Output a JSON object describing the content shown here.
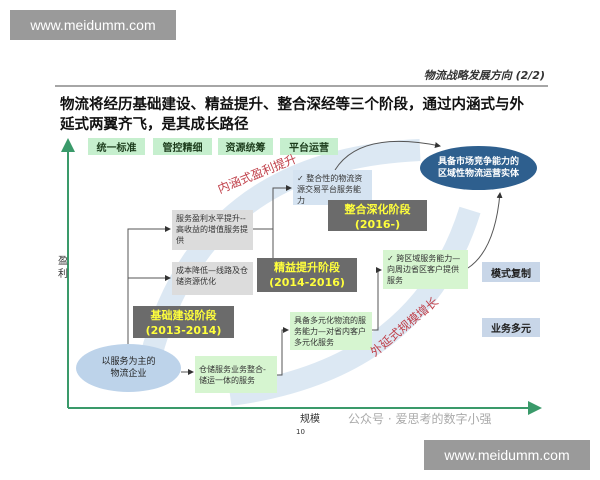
{
  "watermark": {
    "text": "www.meidumm.com"
  },
  "header": {
    "section_title": "物流战略发展方向 (2/2)"
  },
  "title": {
    "line1": "物流将经历基础建设、精益提升、整合深经等三个阶段，通过内涵式与外",
    "line2": "延式两翼齐飞，是其成长路径"
  },
  "tags": [
    "统一标准",
    "管控精细",
    "资源统筹",
    "平台运营"
  ],
  "axes": {
    "y": "盈利",
    "x": "规模"
  },
  "start": "以服务为主的物流企业",
  "goal": "具备市场竞争能力的区域性物流运营实体",
  "gray_boxes": [
    "服务盈利水平提升--高收益的增值服务提供",
    "成本降低—线路及仓储资源优化"
  ],
  "green_boxes": [
    "仓储服务业务整合-储运一体的服务",
    "具备多元化物流的服务能力—对省内客户多元化服务",
    "✓ 跨区域服务能力—向周边省区客户提供服务"
  ],
  "blue_box": "✓ 整合性的物流资源交易平台服务能力",
  "stages": [
    {
      "name": "基础建设阶段",
      "years": "(2013-2014)"
    },
    {
      "name": "精益提升阶段",
      "years": "(2014-2016)"
    },
    {
      "name": "整合深化阶段",
      "years": "(2016-)"
    }
  ],
  "labels": {
    "inner": "内涵式盈利提升",
    "outer": "外延式规模增长",
    "mode": "模式复制",
    "diverse": "业务多元"
  },
  "page_number": "10",
  "wechat": "公众号 · 爱思考的数字小强",
  "colors": {
    "axis": "#3a9a6a",
    "goal": "#2e5f8e",
    "stage_text": "#ffff3c"
  }
}
